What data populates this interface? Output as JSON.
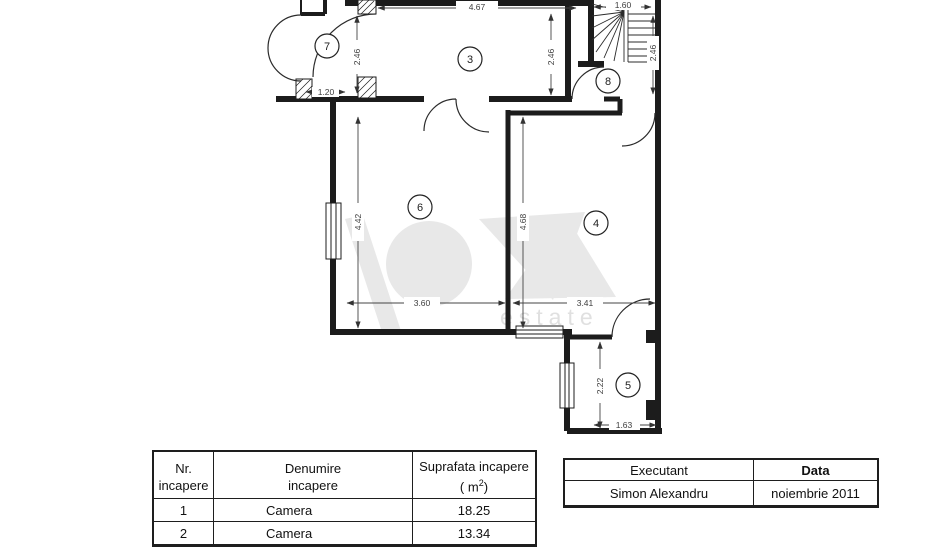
{
  "plan": {
    "room_labels": {
      "r3": "3",
      "r4": "4",
      "r5": "5",
      "r6": "6",
      "r7": "7",
      "r8": "8"
    },
    "dims": {
      "room3_width": "4.67",
      "stairs_width": "1.60",
      "room7_wall_height": "2.46",
      "room3_height": "2.46",
      "stairs_height": "2.46",
      "room7_door_width": "1.20",
      "room6_height": "4.42",
      "room6_width": "3.60",
      "room4_height": "4.68",
      "room4_width": "3.41",
      "room5_height": "2.22",
      "room5_width": "1.63"
    },
    "watermark_text": "estate",
    "watermark_shape_color": "#e8e8e8",
    "watermark_text_color": "#e0e0e0"
  },
  "rooms_table": {
    "header": {
      "col1_line1": "Nr.",
      "col1_line2": "incapere",
      "col2_line1": "Denumire",
      "col2_line2": "incapere",
      "col3_line1": "Suprafata incapere",
      "col3_prefix": "( m",
      "col3_sup": "2",
      "col3_suffix": ")"
    },
    "rows": [
      {
        "nr": "1",
        "name": "Camera",
        "area": "18.25"
      },
      {
        "nr": "2",
        "name": "Camera",
        "area": "13.34"
      }
    ]
  },
  "info_table": {
    "executant_label": "Executant",
    "data_label": "Data",
    "executant": "Simon Alexandru",
    "date": "noiembrie 2011"
  }
}
